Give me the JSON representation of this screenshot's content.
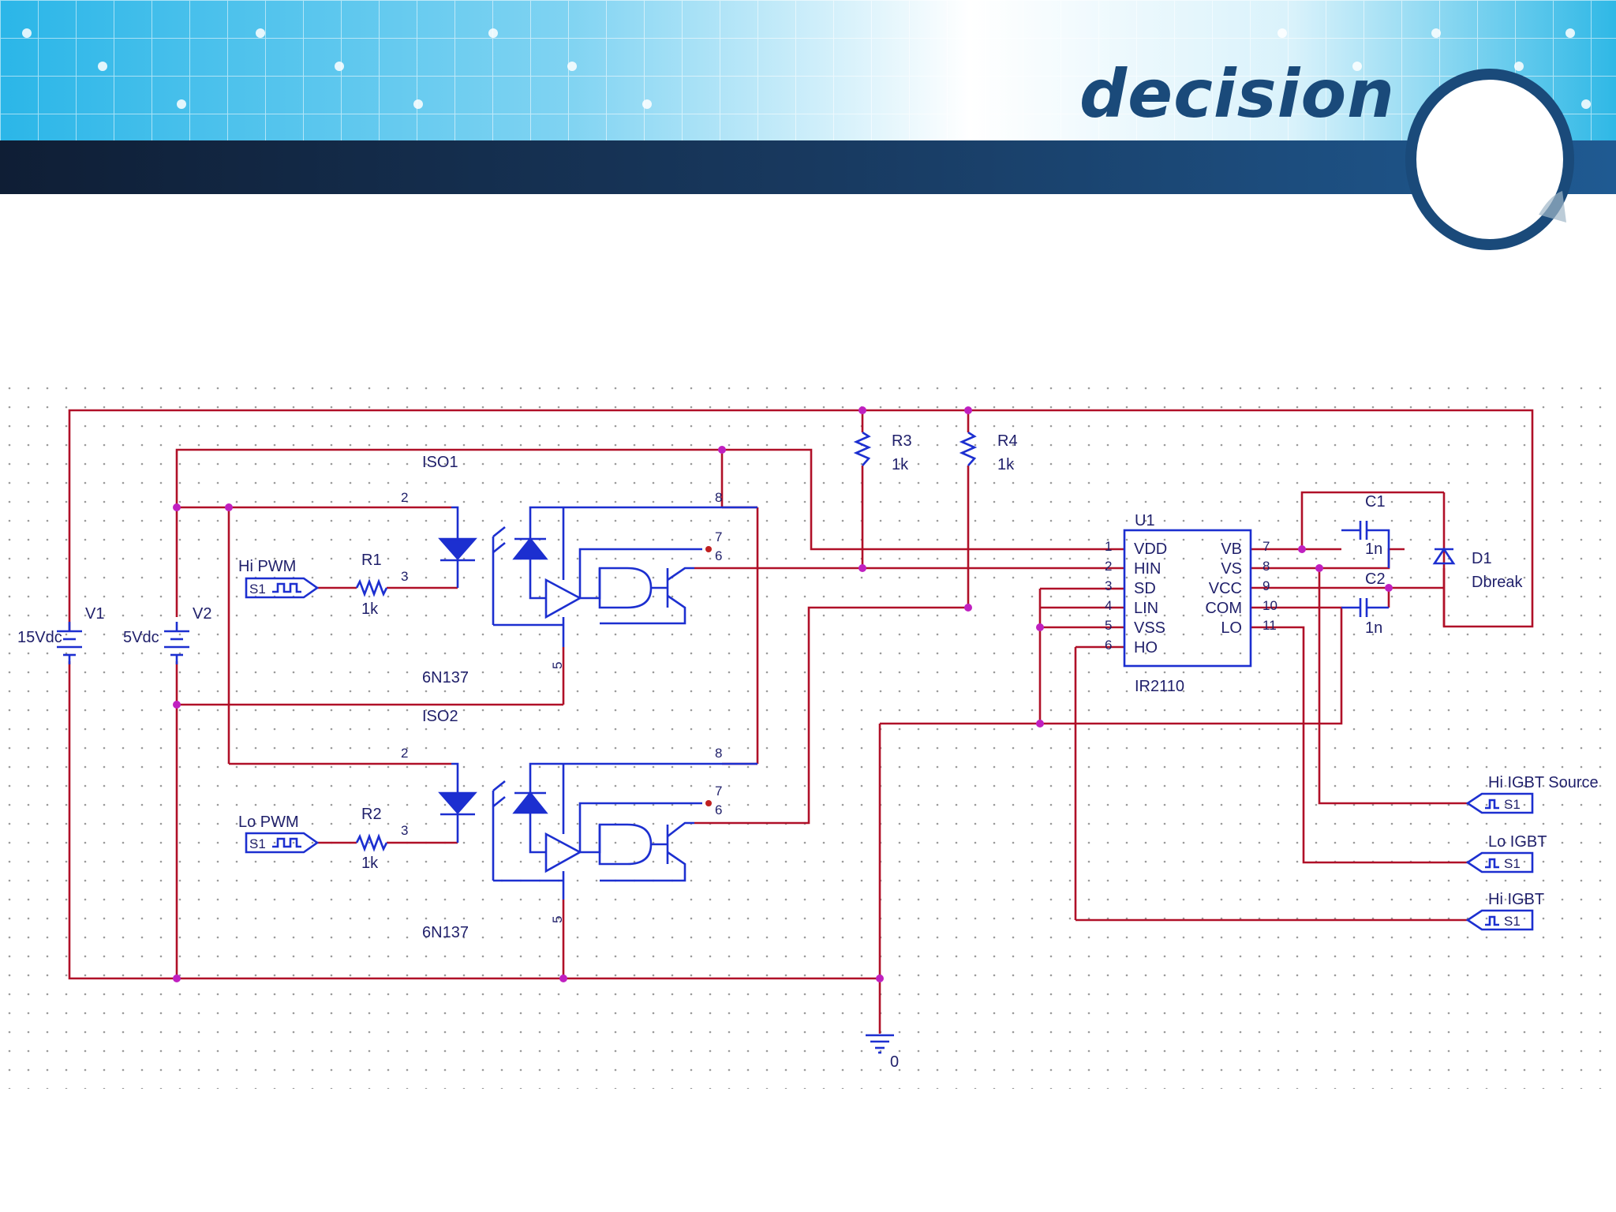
{
  "slide": {
    "title": "decision"
  },
  "schematic": {
    "sources": {
      "v1_name": "V1",
      "v1_value": "15Vdc",
      "v2_name": "V2",
      "v2_value": "5Vdc"
    },
    "iso1": {
      "name": "ISO1",
      "part": "6N137",
      "pin2": "2",
      "pin3": "3",
      "pin5": "5",
      "pin7": "7",
      "pin6": "6",
      "pin8": "8"
    },
    "iso2": {
      "name": "ISO2",
      "part": "6N137",
      "pin2": "2",
      "pin3": "3",
      "pin5": "5",
      "pin7": "7",
      "pin6": "6",
      "pin8": "8"
    },
    "r1": {
      "name": "R1",
      "value": "1k"
    },
    "r2": {
      "name": "R2",
      "value": "1k"
    },
    "r3": {
      "name": "R3",
      "value": "1k"
    },
    "r4": {
      "name": "R4",
      "value": "1k"
    },
    "hi_pwm": {
      "label": "Hi PWM",
      "src": "S1"
    },
    "lo_pwm": {
      "label": "Lo PWM",
      "src": "S1"
    },
    "u1": {
      "name": "U1",
      "part": "IR2110",
      "left_pins": [
        "VDD",
        "HIN",
        "SD",
        "LIN",
        "VSS",
        "HO"
      ],
      "left_nums": [
        "1",
        "2",
        "3",
        "4",
        "5",
        "6"
      ],
      "right_pins": [
        "VB",
        "VS",
        "VCC",
        "COM",
        "LO"
      ],
      "right_nums": [
        "7",
        "8",
        "9",
        "10",
        "11"
      ]
    },
    "c1": {
      "name": "C1",
      "value": "1n"
    },
    "c2": {
      "name": "C2",
      "value": "1n"
    },
    "d1": {
      "name": "D1",
      "value": "Dbreak"
    },
    "outputs": [
      {
        "label": "Hi IGBT Source",
        "src": "S1"
      },
      {
        "label": "Lo IGBT",
        "src": "S1"
      },
      {
        "label": "Hi IGBT",
        "src": "S1"
      }
    ],
    "ground": "0"
  },
  "colors": {
    "wire": "#b01028",
    "component": "#1c2fd0",
    "node": "#c020c0",
    "title": "#1a4a7a",
    "bar": "#16325a"
  }
}
